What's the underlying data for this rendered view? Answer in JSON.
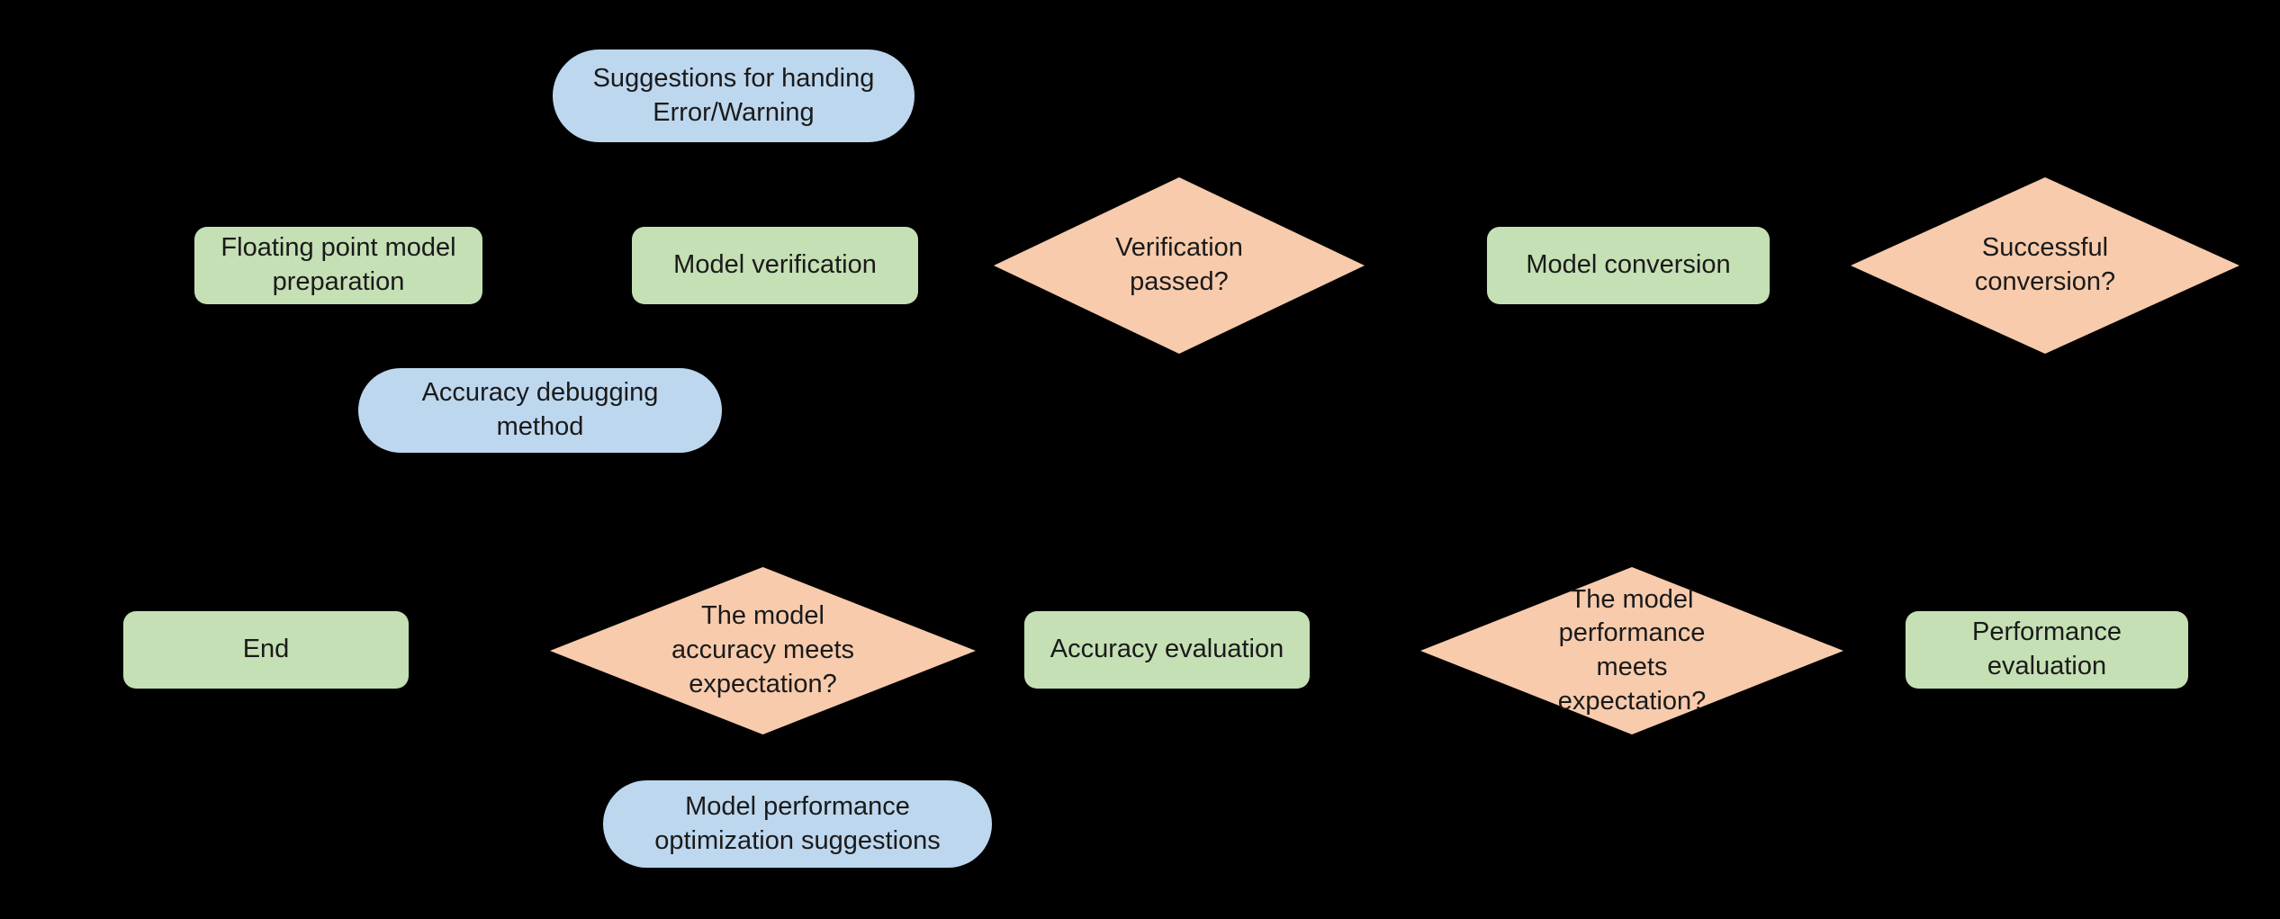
{
  "diagram": {
    "title": "Model deployment workflow flowchart",
    "background_color": "#000000",
    "palette": {
      "process_fill": "#C5E0B4",
      "note_fill": "#BDD7EE",
      "decision_fill": "#F7CBAC",
      "text_color": "#1a1a1a"
    },
    "nodes": [
      {
        "id": "note-error-warning",
        "shape": "stadium",
        "type": "note",
        "label": "Suggestions for handing\nError/Warning"
      },
      {
        "id": "process-float-prep",
        "shape": "rounded-rect",
        "type": "process",
        "label": "Floating point model\npreparation"
      },
      {
        "id": "process-model-verification",
        "shape": "rounded-rect",
        "type": "process",
        "label": "Model verification"
      },
      {
        "id": "decision-verification-passed",
        "shape": "diamond",
        "type": "decision",
        "label": "Verification\npassed?"
      },
      {
        "id": "process-model-conversion",
        "shape": "rounded-rect",
        "type": "process",
        "label": "Model conversion"
      },
      {
        "id": "decision-successful-conversion",
        "shape": "diamond",
        "type": "decision",
        "label": "Successful\nconversion?"
      },
      {
        "id": "note-accuracy-debugging",
        "shape": "stadium",
        "type": "note",
        "label": "Accuracy debugging\nmethod"
      },
      {
        "id": "process-end",
        "shape": "rounded-rect",
        "type": "process",
        "label": "End"
      },
      {
        "id": "decision-accuracy-expectation",
        "shape": "diamond",
        "type": "decision",
        "label": "The model\naccuracy meets\nexpectation?"
      },
      {
        "id": "process-accuracy-evaluation",
        "shape": "rounded-rect",
        "type": "process",
        "label": "Accuracy evaluation"
      },
      {
        "id": "decision-performance-expectation",
        "shape": "diamond",
        "type": "decision",
        "label": "The model\nperformance\nmeets\nexpectation?"
      },
      {
        "id": "process-performance-evaluation",
        "shape": "rounded-rect",
        "type": "process",
        "label": "Performance\nevaluation"
      },
      {
        "id": "note-performance-optimization",
        "shape": "stadium",
        "type": "note",
        "label": "Model performance\noptimization suggestions"
      }
    ]
  }
}
